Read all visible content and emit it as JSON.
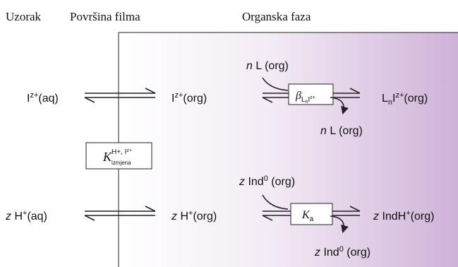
{
  "headers": {
    "sample": "Uzorak",
    "film_surface": "Površina filma",
    "organic_phase": "Organska faza"
  },
  "row1": {
    "left": {
      "main": "I",
      "sup": "z+",
      "rest": "(aq)"
    },
    "middle": {
      "main": "I",
      "sup": "z+",
      "rest": "(org)"
    },
    "reagent_in": {
      "italic": "n",
      "rest": " L (org)"
    },
    "constant": {
      "symbol": "β",
      "sub_main": "L",
      "sub_sub": "n",
      "sub_rest": "I",
      "sub_sup": "z+"
    },
    "reagent_out": {
      "italic": "n",
      "rest": " L (org)"
    },
    "product": {
      "main": "L",
      "sub": "n",
      "mid": "I",
      "sup": "z+",
      "rest": "(org)"
    }
  },
  "exchange_constant": {
    "symbol": "K",
    "sup": "H+, I",
    "sup2": "z+",
    "sub": "izmjena"
  },
  "row2": {
    "left": {
      "italic": "z",
      "main": " H",
      "sup": "+",
      "rest": "(aq)"
    },
    "middle": {
      "italic": "z",
      "main": " H",
      "sup": "+",
      "rest": "(org)"
    },
    "reagent_in": {
      "italic": "z",
      "main": " Ind",
      "sup": "0",
      "rest": " (org)"
    },
    "constant": {
      "symbol": "K",
      "sub": "a"
    },
    "reagent_out": {
      "italic": "z",
      "main": " Ind",
      "sup": "0",
      "rest": " (org)"
    },
    "product": {
      "italic": "z",
      "main": " IndH",
      "sup": "+",
      "rest": "(org)"
    }
  },
  "colors": {
    "gradient_start": "#ffffff",
    "gradient_end": "#cfb2d8",
    "line": "#222222"
  }
}
